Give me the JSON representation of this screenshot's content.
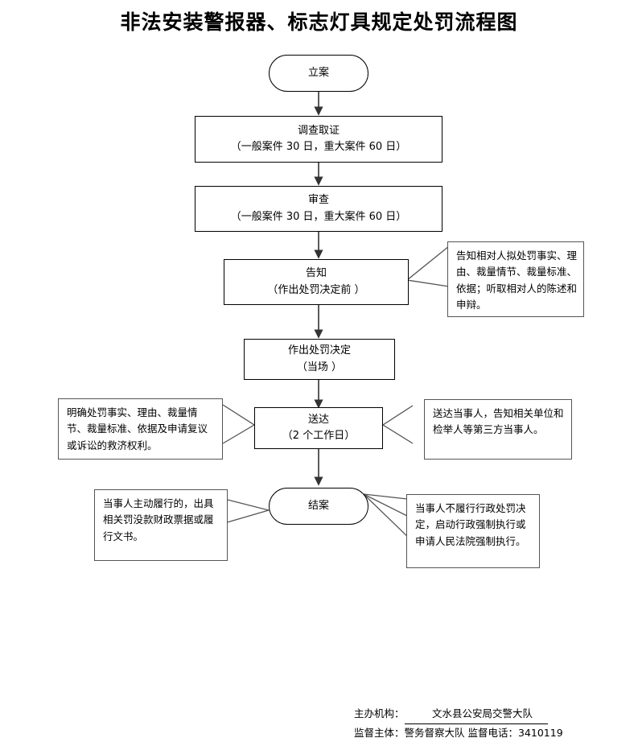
{
  "title": "非法安装警报器、标志灯具规定处罚流程图",
  "flow": {
    "nodes": [
      {
        "id": "filing",
        "shape": "rounded",
        "line1": "立案",
        "line2": ""
      },
      {
        "id": "investigate",
        "shape": "rectangle",
        "line1": "调查取证",
        "line2": "（一般案件 30 日，重大案件 60 日）"
      },
      {
        "id": "review",
        "shape": "rectangle",
        "line1": "审查",
        "line2": "（一般案件 30 日，重大案件 60 日）"
      },
      {
        "id": "notify",
        "shape": "rectangle",
        "line1": "告知",
        "line2": "（作出处罚决定前 ）"
      },
      {
        "id": "decision",
        "shape": "rectangle",
        "line1": "作出处罚决定",
        "line2": "（当场 ）"
      },
      {
        "id": "serve",
        "shape": "rectangle",
        "line1": "送达",
        "line2": "（2 个工作日）"
      },
      {
        "id": "close",
        "shape": "rounded",
        "line1": "结案",
        "line2": ""
      }
    ],
    "notes": [
      {
        "id": "notify-note",
        "side": "right",
        "text": "告知相对人拟处罚事实、理由、裁量情节、裁量标准、依据；听取相对人的陈述和申辩。"
      },
      {
        "id": "serve-note-left",
        "side": "left",
        "text": "明确处罚事实、理由、裁量情节、裁量标准、依据及申请复议或诉讼的救济权利。"
      },
      {
        "id": "serve-note-right",
        "side": "right",
        "text": "送达当事人，告知相关单位和检举人等第三方当事人。"
      },
      {
        "id": "close-note-left",
        "side": "left",
        "text": "当事人主动履行的，出具相关罚没款财政票据或履行文书。"
      },
      {
        "id": "close-note-right",
        "side": "right",
        "text": "当事人不履行行政处罚决定，启动行政强制执行或申请人民法院强制执行。"
      }
    ]
  },
  "footer": {
    "organizer_label": "主办机构：",
    "organizer_value": "文水县公安局交警大队",
    "supervisor_line": "监督主体：警务督察大队  监督电话：3410119"
  },
  "colors": {
    "ink": "#000000",
    "note_border": "#555555",
    "background": "#ffffff"
  }
}
